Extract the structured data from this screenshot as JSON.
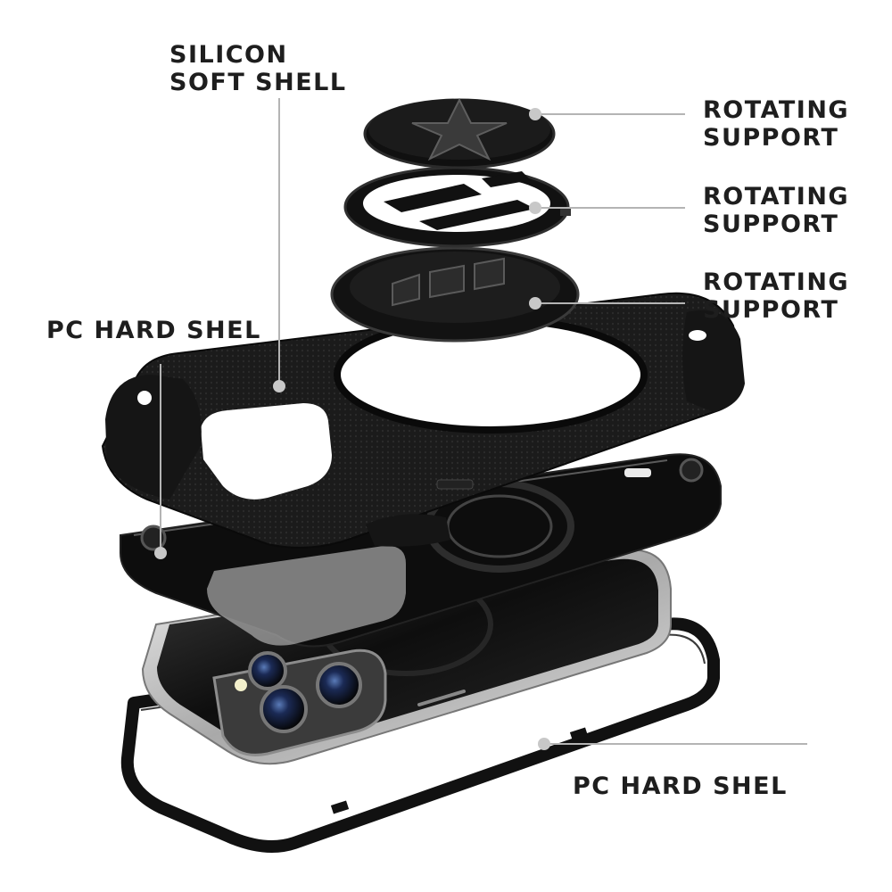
{
  "labels": {
    "silicon_soft_shell": {
      "line1": "SILICON",
      "line2": "SOFT SHELL"
    },
    "rotating_support_1": {
      "line1": "ROTATING",
      "line2": "SUPPORT"
    },
    "rotating_support_2": {
      "line1": "ROTATING",
      "line2": "SUPPORT"
    },
    "rotating_support_3": {
      "line1": "ROTATING",
      "line2": "SUPPORT"
    },
    "pc_hard_shell_left": "PC HARD SHEL",
    "pc_hard_shell_bottom": "PC HARD SHEL"
  },
  "colors": {
    "text": "#1e1e1e",
    "leader_line": "#b4b4b4",
    "callout_dot": "#c8c8c8",
    "case_black": "#141414",
    "phone_silver": "#c9c9c9"
  }
}
